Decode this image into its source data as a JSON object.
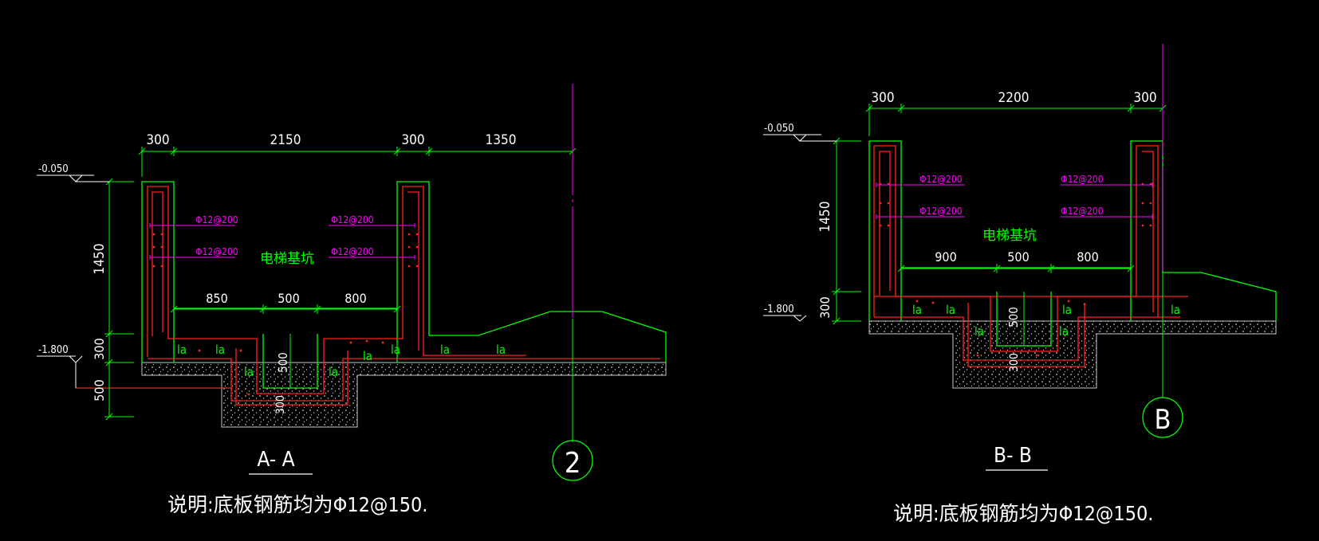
{
  "section_a": {
    "title": "A- A",
    "note": "说明:底板钢筋均为Φ12@150.",
    "grid_axis": "2",
    "top_dims": [
      "300",
      "2150",
      "300",
      "1350"
    ],
    "vert_dims": [
      "1450",
      "300",
      "500"
    ],
    "elevations": [
      "-0.050",
      "-1.800"
    ],
    "pit_label": "电梯基坑",
    "rebar_labels": [
      "Φ12@200",
      "Φ12@200",
      "Φ12@200",
      "Φ12@200"
    ],
    "inner_dims": [
      "850",
      "500",
      "800"
    ],
    "pit_dims": [
      "500",
      "300"
    ],
    "la_labels": [
      "la",
      "la",
      "la",
      "la",
      "la",
      "la",
      "la",
      "la"
    ]
  },
  "section_b": {
    "title": "B- B",
    "note": "说明:底板钢筋均为Φ12@150.",
    "grid_axis": "B",
    "top_dims": [
      "300",
      "2200",
      "300"
    ],
    "vert_dims": [
      "1450",
      "300"
    ],
    "elevations": [
      "-0.050",
      "-1.800"
    ],
    "pit_label": "电梯基坑",
    "rebar_labels": [
      "Φ12@200",
      "Φ12@200",
      "Φ12@200",
      "Φ12@200"
    ],
    "inner_dims": [
      "900",
      "500",
      "800"
    ],
    "pit_dims": [
      "500",
      "300"
    ],
    "la_labels": [
      "la",
      "la",
      "la",
      "la",
      "la",
      "la"
    ]
  },
  "colors": {
    "background": "#000000",
    "outline": "#00ff00",
    "rebar": "#ff2020",
    "annotation": "#ff00ff",
    "text": "#ffffff",
    "hatch": "#c8c8c8"
  }
}
